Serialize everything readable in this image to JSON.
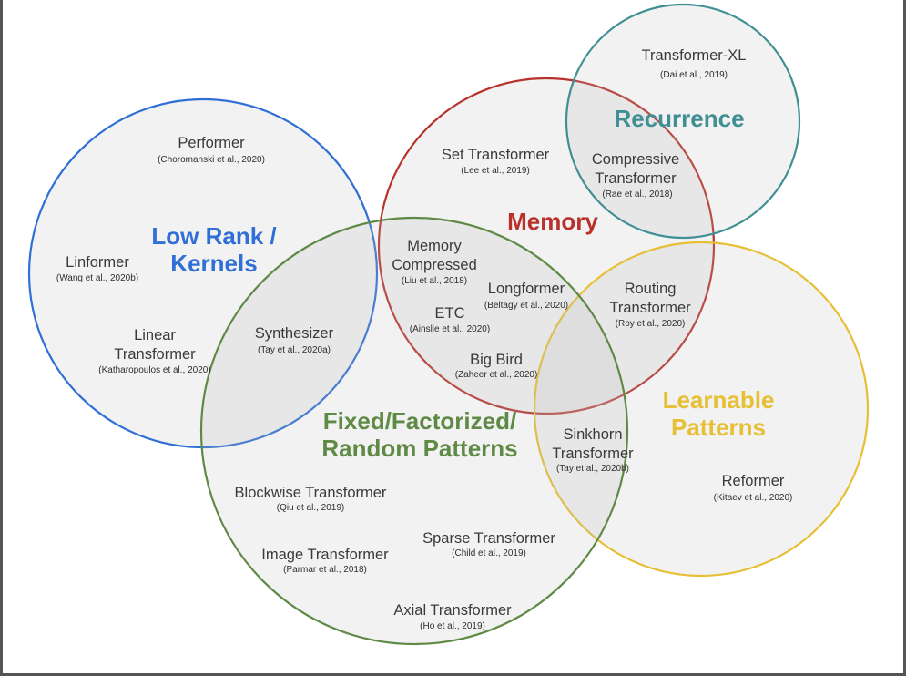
{
  "colors": {
    "low_rank": "#2f6fd6",
    "memory": "#b8312b",
    "recurrence": "#3f8f94",
    "learnable": "#e6bf35",
    "fixed": "#5f8a45",
    "circle_fill": "#bdbdbd",
    "text": "#3a3a3a"
  },
  "groups": {
    "low_rank": [
      "Low Rank /",
      "Kernels"
    ],
    "memory": [
      "Memory"
    ],
    "recurrence": [
      "Recurrence"
    ],
    "learnable": [
      "Learnable",
      "Patterns"
    ],
    "fixed": [
      "Fixed/Factorized/",
      "Random Patterns"
    ]
  },
  "models": {
    "transformer_xl": {
      "name": [
        "Transformer-XL"
      ],
      "cite": "(Dai et al., 2019)"
    },
    "performer": {
      "name": [
        "Performer"
      ],
      "cite": "(Choromanski et al., 2020)"
    },
    "set_transformer": {
      "name": [
        "Set Transformer"
      ],
      "cite": "(Lee et al., 2019)"
    },
    "compressive_transformer": {
      "name": [
        "Compressive",
        "Transformer"
      ],
      "cite": "(Rae et al., 2018)"
    },
    "linformer": {
      "name": [
        "Linformer"
      ],
      "cite": "(Wang et al., 2020b)"
    },
    "memory_compressed": {
      "name": [
        "Memory",
        "Compressed"
      ],
      "cite": "(Liu et al., 2018)"
    },
    "longformer": {
      "name": [
        "Longformer"
      ],
      "cite": "(Beltagy et al., 2020)"
    },
    "routing_transformer": {
      "name": [
        "Routing",
        "Transformer"
      ],
      "cite": "(Roy et al., 2020)"
    },
    "etc": {
      "name": [
        "ETC"
      ],
      "cite": "(Ainslie et al., 2020)"
    },
    "linear_transformer": {
      "name": [
        "Linear",
        "Transformer"
      ],
      "cite": "(Katharopoulos et al., 2020)"
    },
    "synthesizer": {
      "name": [
        "Synthesizer"
      ],
      "cite": "(Tay et al., 2020a)"
    },
    "big_bird": {
      "name": [
        "Big Bird"
      ],
      "cite": "(Zaheer et al., 2020)"
    },
    "sinkhorn_transformer": {
      "name": [
        "Sinkhorn",
        "Transformer"
      ],
      "cite": "(Tay et al., 2020b)"
    },
    "reformer": {
      "name": [
        "Reformer"
      ],
      "cite": "(Kitaev et al., 2020)"
    },
    "blockwise_transformer": {
      "name": [
        "Blockwise Transformer"
      ],
      "cite": "(Qiu et al., 2019)"
    },
    "sparse_transformer": {
      "name": [
        "Sparse Transformer"
      ],
      "cite": "(Child et al., 2019)"
    },
    "image_transformer": {
      "name": [
        "Image Transformer"
      ],
      "cite": "(Parmar et al., 2018)"
    },
    "axial_transformer": {
      "name": [
        "Axial Transformer"
      ],
      "cite": "(Ho et al., 2019)"
    }
  }
}
